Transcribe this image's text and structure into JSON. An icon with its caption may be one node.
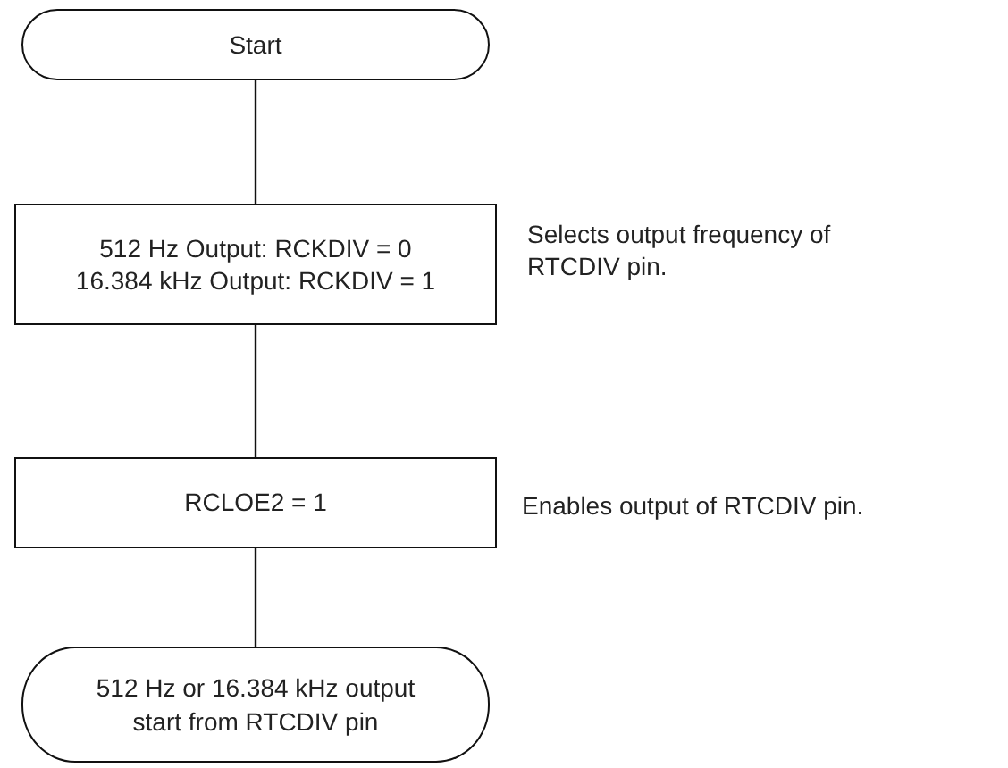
{
  "diagram": {
    "nodes": [
      {
        "text": [
          "Start"
        ]
      },
      {
        "text": [
          "512 Hz Output: RCKDIV = 0",
          "16.384 kHz Output: RCKDIV = 1"
        ],
        "beside": [
          "Selects output frequency of RTCDIV pin."
        ]
      },
      {
        "text": [
          "RCLOE2 = 1"
        ],
        "beside": [
          "Enables output of RTCDIV pin."
        ]
      },
      {
        "text": [
          "512 Hz or 16.384 kHz output start from RTCDIV pin"
        ]
      }
    ],
    "edges": [
      {
        "from": 0,
        "to": 1,
        "arrow": "none"
      },
      {
        "from": 1,
        "to": 2,
        "arrow": "none"
      },
      {
        "from": 2,
        "to": 3,
        "arrow": "none"
      }
    ]
  }
}
